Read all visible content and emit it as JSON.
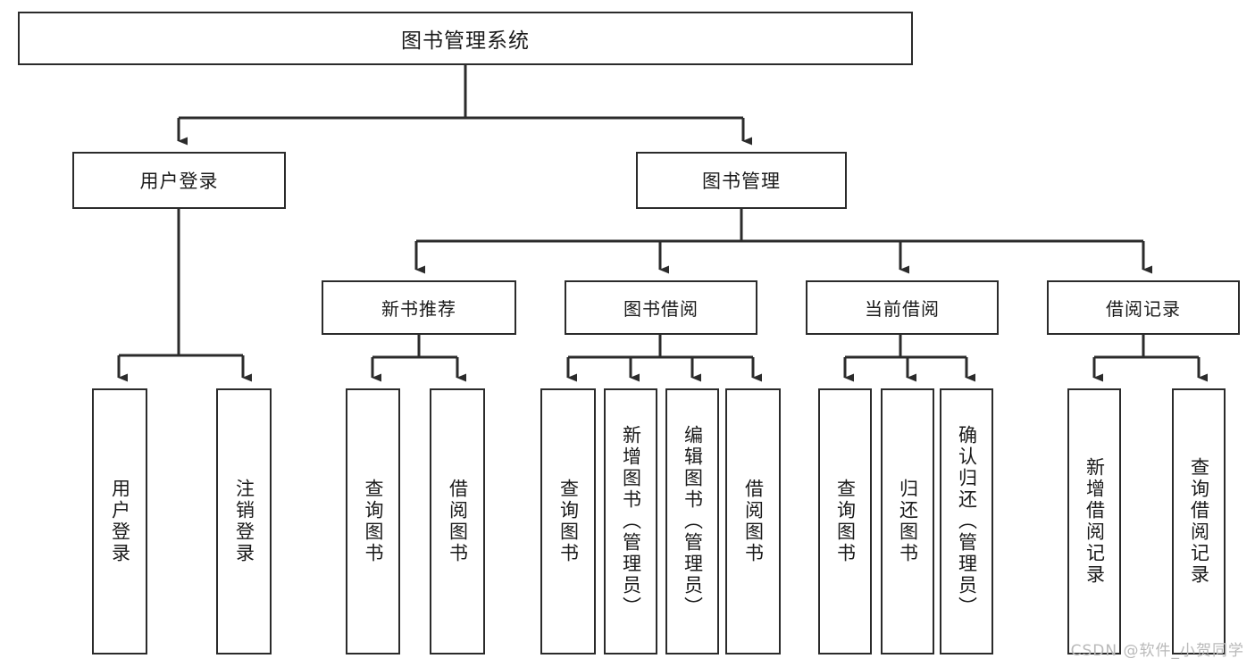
{
  "diagram": {
    "title": "图书管理系统",
    "type": "tree",
    "colors": {
      "box_border": "#2b2b2b",
      "box_fill": "#ffffff",
      "connector": "#2b2b2b",
      "text": "#1a1a1a",
      "watermark": "#b9b9b9"
    },
    "root": {
      "label": "图书管理系统"
    },
    "level2": [
      {
        "label": "用户登录"
      },
      {
        "label": "图书管理"
      }
    ],
    "level3": [
      {
        "label": "新书推荐"
      },
      {
        "label": "图书借阅"
      },
      {
        "label": "当前借阅"
      },
      {
        "label": "借阅记录"
      }
    ],
    "leaves": {
      "user_login": [
        {
          "label": "用户登录"
        },
        {
          "label": "注销登录"
        }
      ],
      "new_book_recommend": [
        {
          "label": "查询图书"
        },
        {
          "label": "借阅图书"
        }
      ],
      "book_borrow": [
        {
          "label": "查询图书"
        },
        {
          "label": "新增图书（管理员）"
        },
        {
          "label": "编辑图书（管理员）"
        },
        {
          "label": "借阅图书"
        }
      ],
      "current_borrow": [
        {
          "label": "查询图书"
        },
        {
          "label": "归还图书"
        },
        {
          "label": "确认归还（管理员）"
        }
      ],
      "borrow_record": [
        {
          "label": "新增借阅记录"
        },
        {
          "label": "查询借阅记录"
        }
      ]
    }
  },
  "watermark": {
    "text": "CSDN @软件_小贺同学"
  }
}
